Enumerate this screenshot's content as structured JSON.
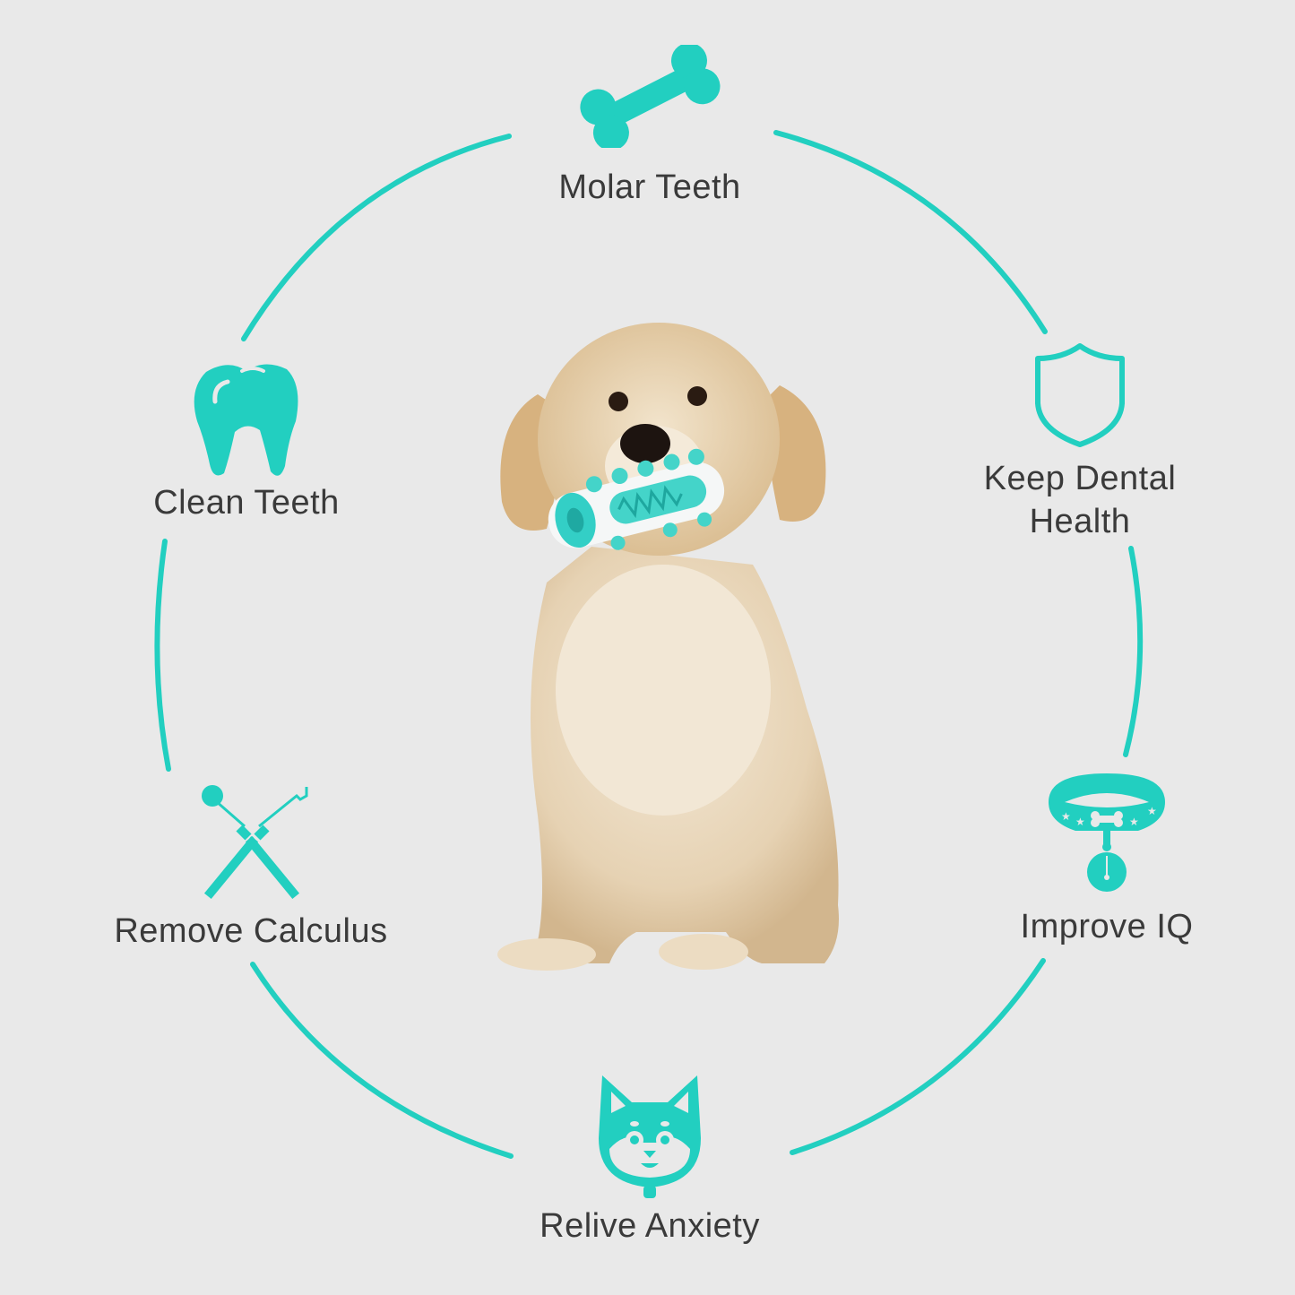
{
  "colors": {
    "background": "#e9e9e9",
    "accent": "#22cfc0",
    "text": "#3a3a3a"
  },
  "center_image": {
    "subject": "golden retriever sitting, holding teal-and-white chew toothbrush toy in mouth"
  },
  "features": [
    {
      "id": "molar-teeth",
      "label": "Molar Teeth",
      "icon": "bone-icon",
      "position": "top"
    },
    {
      "id": "keep-dental-health",
      "label_lines": [
        "Keep Dental",
        "Health"
      ],
      "icon": "shield-icon",
      "position": "upper-right"
    },
    {
      "id": "improve-iq",
      "label": "Improve IQ",
      "icon": "dog-collar-icon",
      "position": "lower-right"
    },
    {
      "id": "relive-anxiety",
      "label": "Relive Anxiety",
      "icon": "shiba-dog-face-icon",
      "position": "bottom"
    },
    {
      "id": "remove-calculus",
      "label": "Remove Calculus",
      "icon": "dental-tools-icon",
      "position": "lower-left"
    },
    {
      "id": "clean-teeth",
      "label": "Clean Teeth",
      "icon": "tooth-icon",
      "position": "upper-left"
    }
  ]
}
